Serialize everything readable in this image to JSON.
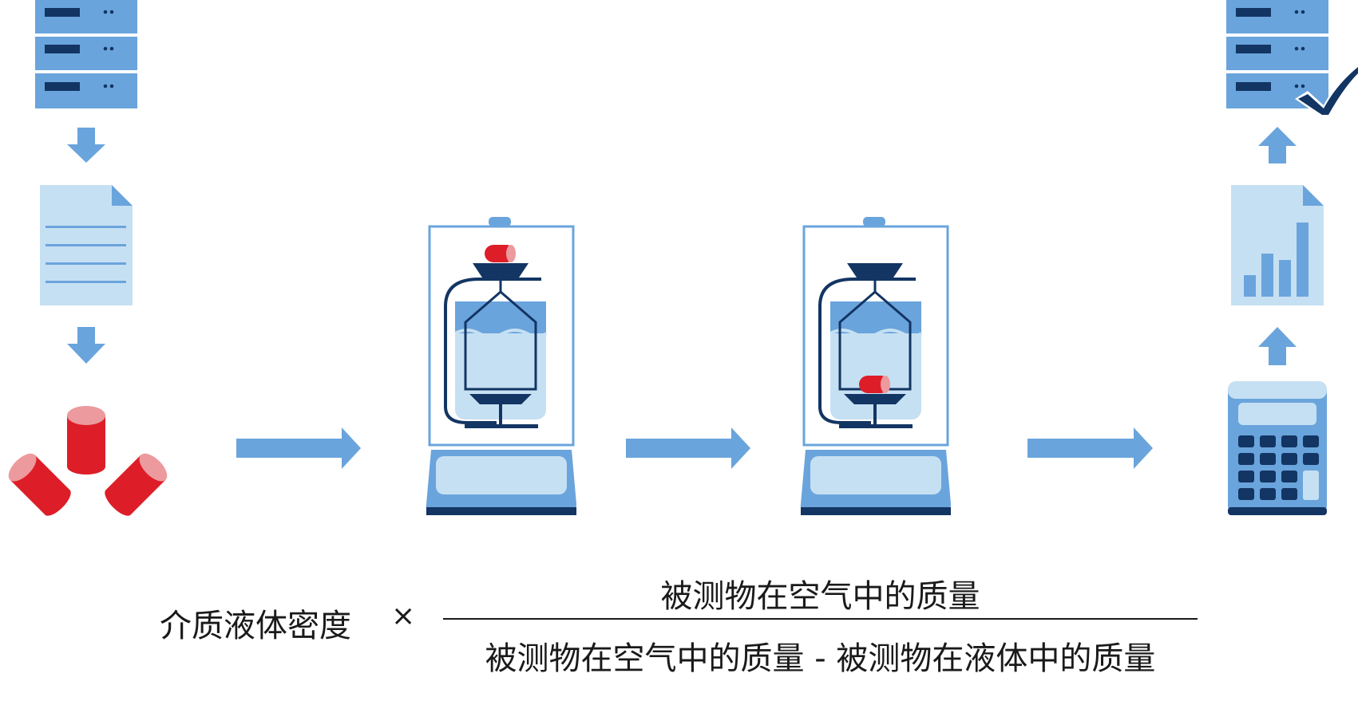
{
  "colors": {
    "blue": "#6aa4dc",
    "light_blue": "#c6e0f3",
    "navy": "#133563",
    "red": "#dd1e28",
    "red_light": "#ec9a9e",
    "white": "#ffffff"
  },
  "icons": [
    "server-stack-icon",
    "down-arrow-icon",
    "document-icon",
    "red-cylinders-icon",
    "right-arrow-icon",
    "balance-sample-in-air-icon",
    "balance-sample-in-liquid-icon",
    "calculator-icon",
    "up-arrow-icon",
    "report-chart-icon",
    "server-check-icon"
  ],
  "formula": {
    "lhs": "介质液体密度",
    "times": "×",
    "numerator": "被测物在空气中的质量",
    "denominator": "被测物在空气中的质量 - 被测物在液体中的质量"
  }
}
